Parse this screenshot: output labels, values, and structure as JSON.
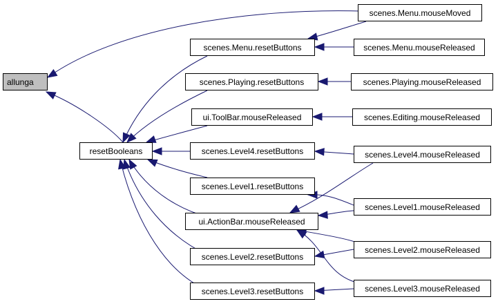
{
  "colors": {
    "edge": "#191970",
    "node_border": "#000000",
    "node_fill": "#ffffff",
    "root_fill": "#bfbfbf"
  },
  "nodes": {
    "allunga": "allunga",
    "resetBooleans": "resetBooleans",
    "menu_resetButtons": "scenes.Menu.resetButtons",
    "playing_resetButtons": "scenes.Playing.resetButtons",
    "toolbar_mouseReleased": "ui.ToolBar.mouseReleased",
    "level4_resetButtons": "scenes.Level4.resetButtons",
    "level1_resetButtons": "scenes.Level1.resetButtons",
    "actionbar_mouseReleased": "ui.ActionBar.mouseReleased",
    "level2_resetButtons": "scenes.Level2.resetButtons",
    "level3_resetButtons": "scenes.Level3.resetButtons",
    "menu_mouseMoved": "scenes.Menu.mouseMoved",
    "menu_mouseReleased": "scenes.Menu.mouseReleased",
    "playing_mouseReleased": "scenes.Playing.mouseReleased",
    "editing_mouseReleased": "scenes.Editing.mouseReleased",
    "level4_mouseReleased": "scenes.Level4.mouseReleased",
    "level1_mouseReleased": "scenes.Level1.mouseReleased",
    "level2_mouseReleased": "scenes.Level2.mouseReleased",
    "level3_mouseReleased": "scenes.Level3.mouseReleased"
  },
  "edges": [
    {
      "from": "resetBooleans",
      "to": "allunga"
    },
    {
      "from": "menu_mouseMoved",
      "to": "allunga"
    },
    {
      "from": "menu_resetButtons",
      "to": "resetBooleans"
    },
    {
      "from": "playing_resetButtons",
      "to": "resetBooleans"
    },
    {
      "from": "toolbar_mouseReleased",
      "to": "resetBooleans"
    },
    {
      "from": "level4_resetButtons",
      "to": "resetBooleans"
    },
    {
      "from": "level1_resetButtons",
      "to": "resetBooleans"
    },
    {
      "from": "actionbar_mouseReleased",
      "to": "resetBooleans"
    },
    {
      "from": "level2_resetButtons",
      "to": "resetBooleans"
    },
    {
      "from": "level3_resetButtons",
      "to": "resetBooleans"
    },
    {
      "from": "menu_mouseMoved",
      "to": "menu_resetButtons"
    },
    {
      "from": "menu_mouseReleased",
      "to": "menu_resetButtons"
    },
    {
      "from": "playing_mouseReleased",
      "to": "playing_resetButtons"
    },
    {
      "from": "editing_mouseReleased",
      "to": "toolbar_mouseReleased"
    },
    {
      "from": "level4_mouseReleased",
      "to": "level4_resetButtons"
    },
    {
      "from": "level4_mouseReleased",
      "to": "actionbar_mouseReleased"
    },
    {
      "from": "level1_mouseReleased",
      "to": "level1_resetButtons"
    },
    {
      "from": "level1_mouseReleased",
      "to": "actionbar_mouseReleased"
    },
    {
      "from": "level2_mouseReleased",
      "to": "level2_resetButtons"
    },
    {
      "from": "level2_mouseReleased",
      "to": "actionbar_mouseReleased"
    },
    {
      "from": "level3_mouseReleased",
      "to": "level3_resetButtons"
    },
    {
      "from": "level3_mouseReleased",
      "to": "actionbar_mouseReleased"
    }
  ]
}
